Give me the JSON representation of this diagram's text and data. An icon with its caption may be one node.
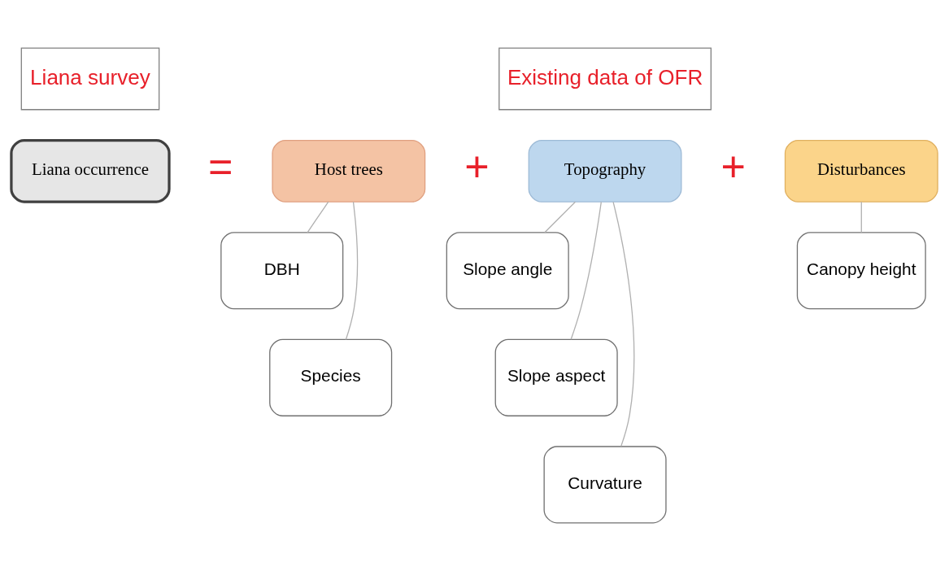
{
  "diagram": {
    "nodes": [
      {
        "text": [
          "Liana survey"
        ]
      },
      {
        "text": [
          "Existing data of OFR"
        ]
      },
      {
        "text": [
          "Liana occurrence"
        ]
      },
      {
        "text": [
          "Host trees"
        ]
      },
      {
        "text": [
          "Topography"
        ]
      },
      {
        "text": [
          "Disturbances"
        ]
      },
      {
        "text": [
          "DBH"
        ]
      },
      {
        "text": [
          "Species"
        ]
      },
      {
        "text": [
          "Slope angle"
        ]
      },
      {
        "text": [
          "Slope aspect"
        ]
      },
      {
        "text": [
          "Curvature"
        ]
      },
      {
        "text": [
          "Canopy height"
        ]
      }
    ],
    "edges": [
      {
        "from": 3,
        "to": 6,
        "arrow": "none"
      },
      {
        "from": 3,
        "to": 7,
        "arrow": "none"
      },
      {
        "from": 4,
        "to": 8,
        "arrow": "none"
      },
      {
        "from": 4,
        "to": 9,
        "arrow": "none"
      },
      {
        "from": 4,
        "to": 10,
        "arrow": "none"
      },
      {
        "from": 5,
        "to": 11,
        "arrow": "none"
      }
    ],
    "labels": [
      "=",
      "+",
      "+"
    ]
  }
}
